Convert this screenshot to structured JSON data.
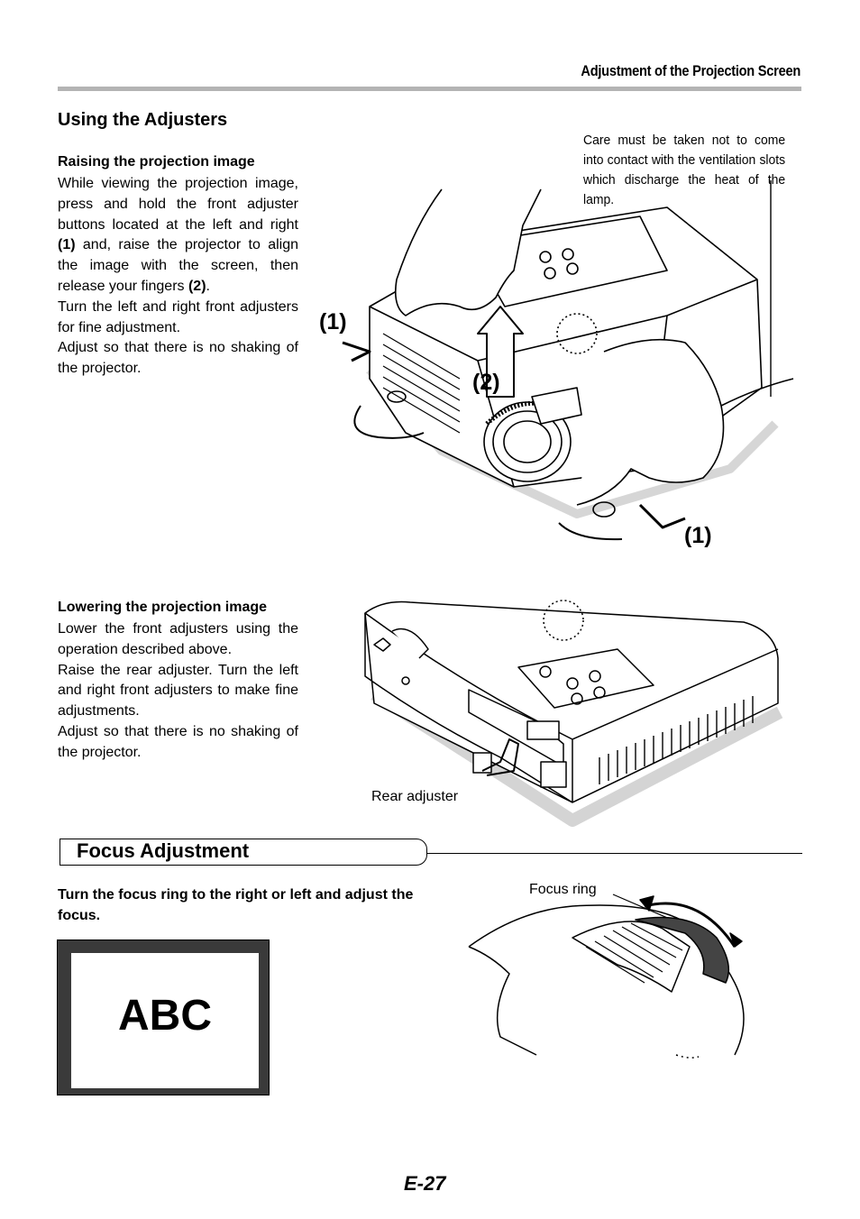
{
  "header": {
    "title": "Adjustment of the Projection Screen"
  },
  "using": {
    "title": "Using the Adjusters",
    "raising": {
      "heading": "Raising the projection image",
      "p1_a": "While viewing the projection image, press and hold the front adjuster buttons located at the left and right ",
      "p1_ref1": "(1)",
      "p1_b": " and, raise the projector to align the image with the screen, then release your fingers ",
      "p1_ref2": "(2)",
      "p1_c": ".",
      "p2": "Turn the left and right front adjusters for fine adjustment.",
      "p3": "Adjust so that there is no shaking of the projector."
    },
    "care_note": "Care must be taken not to come into contact with the ventilation slots which discharge the heat of the lamp.",
    "callouts": {
      "left": "(1)",
      "middle": "(2)",
      "right": "(1)"
    },
    "lowering": {
      "heading": "Lowering the projection image",
      "p1": "Lower the front adjusters using the operation described above.",
      "p2": "Raise the rear adjuster. Turn the left and right front adjusters to make fine adjustments.",
      "p3": "Adjust so that there is no shaking of the projector."
    },
    "rear_adjuster_label": "Rear adjuster"
  },
  "focus": {
    "title": "Focus Adjustment",
    "instruction": "Turn the focus ring to the right or left and adjust the focus.",
    "screen_text": "ABC",
    "focus_ring_label": "Focus ring"
  },
  "page_number": "E-27"
}
